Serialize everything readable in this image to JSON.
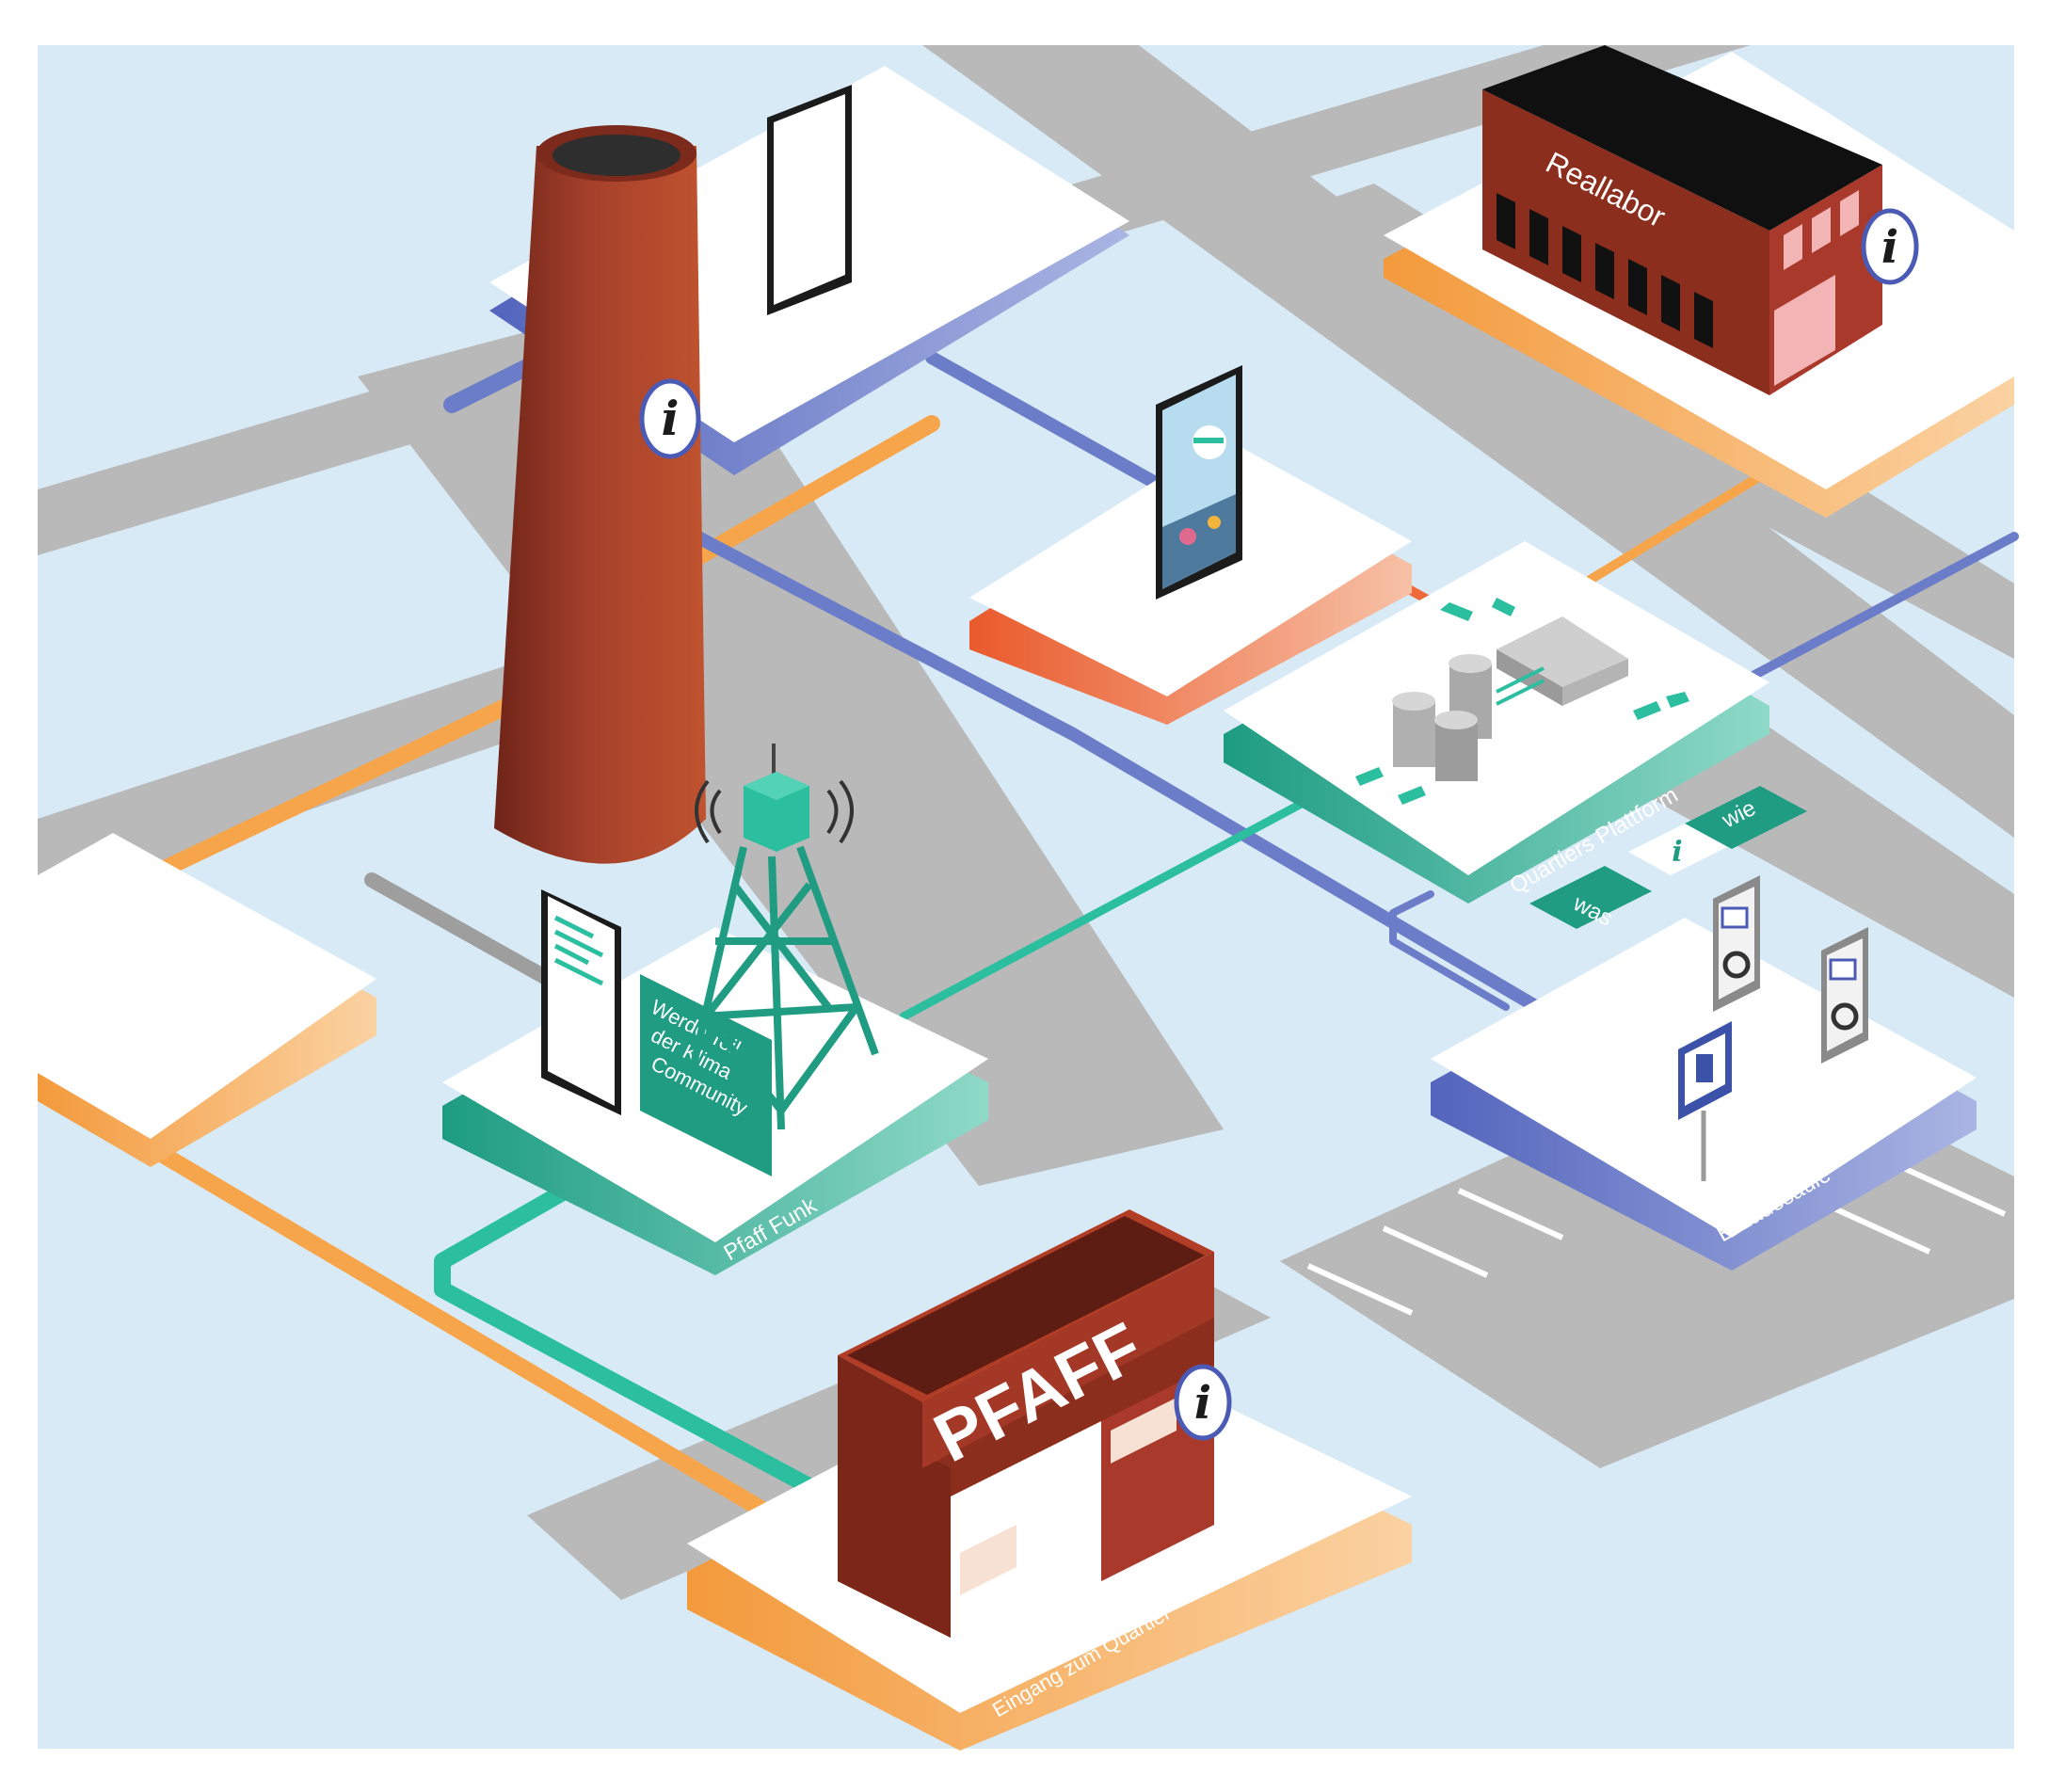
{
  "labels": {
    "reallabor": "Reallabor",
    "pfaff_sign": "PFAFF",
    "community_sign": [
      "Werde Teil",
      "der Klima",
      "Community"
    ],
    "quartiers_plattform": "Quartiers Plattform",
    "wie_tag": "wie",
    "was_tag": "was",
    "pfaff_funk": "Pfaff Funk",
    "e_ladesaeule": "E-Ladesäule",
    "eingang": "Eingang zum Quartier",
    "info_symbol": "i"
  },
  "colors": {
    "background": "#d8eaf5",
    "road": "#b9b9b9",
    "platform_top": "#ffffff",
    "accent_blue": "#5b6fc2",
    "accent_orange": "#f7a54a",
    "accent_red_orange": "#ee6a3a",
    "accent_teal": "#20a88c",
    "brick": "#a93a24",
    "roof": "#111111"
  },
  "icons": {
    "info": "info-icon",
    "tablet": "tablet-icon",
    "phone": "phone-icon",
    "charger": "charger-icon",
    "ev_sign": "ev-sign-icon",
    "radio_tower": "radio-tower-icon",
    "server": "server-icon",
    "chimney": "chimney-icon"
  }
}
